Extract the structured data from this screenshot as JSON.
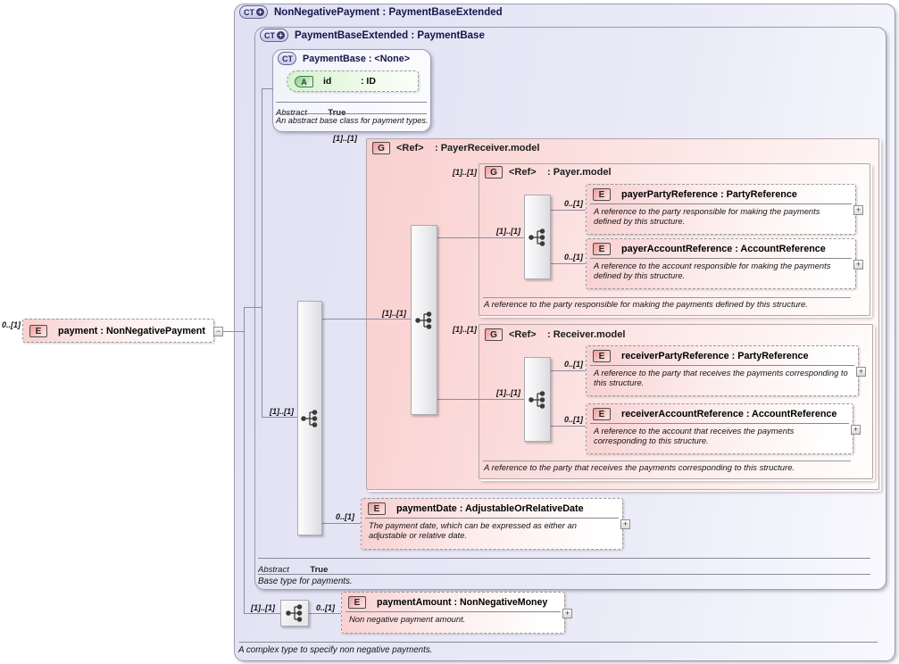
{
  "payment": {
    "cardinality": "0..[1]",
    "badge": "E",
    "label": "payment : NonNegativePayment",
    "collapse_glyph": "−"
  },
  "non_negative_payment": {
    "badge": "CT",
    "title": "NonNegativePayment : PaymentBaseExtended",
    "footer": "A complex type to specify non negative payments."
  },
  "payment_base_extended": {
    "badge": "CT",
    "title": "PaymentBaseExtended : PaymentBase",
    "abstract_label": "Abstract",
    "abstract_value": "True",
    "footer": "Base type for payments."
  },
  "payment_base": {
    "badge": "CT",
    "title": "PaymentBase : <None>",
    "attribute": {
      "badge": "A",
      "name": "id",
      "type": ": ID"
    },
    "abstract_label": "Abstract",
    "abstract_value": "True",
    "footer": "An abstract base class for payment types."
  },
  "payer_receiver_group": {
    "cardinality": "[1]..[1]",
    "badge": "G",
    "name": "<Ref>",
    "type": ": PayerReceiver.model",
    "seq_cardinality": "[1]..[1]"
  },
  "payer_group": {
    "cardinality": "[1]..[1]",
    "badge": "G",
    "name": "<Ref>",
    "type": ": Payer.model",
    "seq_cardinality": "[1]..[1]",
    "footer": "A reference to the party responsible for making the payments defined by this structure.",
    "elements": [
      {
        "cardinality": "0..[1]",
        "badge": "E",
        "title": "payerPartyReference : PartyReference",
        "description": "A reference to the party responsible for making the payments defined by this structure.",
        "expand_glyph": "+"
      },
      {
        "cardinality": "0..[1]",
        "badge": "E",
        "title": "payerAccountReference : AccountReference",
        "description": "A reference to the account responsible for making the payments defined by this structure.",
        "expand_glyph": "+"
      }
    ]
  },
  "receiver_group": {
    "cardinality": "[1]..[1]",
    "badge": "G",
    "name": "<Ref>",
    "type": ": Receiver.model",
    "seq_cardinality": "[1]..[1]",
    "footer": "A reference to the party that receives the payments corresponding to this structure.",
    "elements": [
      {
        "cardinality": "0..[1]",
        "badge": "E",
        "title": "receiverPartyReference : PartyReference",
        "description": "A reference to the party that receives the payments corresponding to this structure.",
        "expand_glyph": "+"
      },
      {
        "cardinality": "0..[1]",
        "badge": "E",
        "title": "receiverAccountReference : AccountReference",
        "description": "A reference to the account that receives the payments corresponding to this structure.",
        "expand_glyph": "+"
      }
    ]
  },
  "payment_date": {
    "cardinality": "0..[1]",
    "badge": "E",
    "title": "paymentDate : AdjustableOrRelativeDate",
    "description": "The payment date, which can be expressed as either an adjustable or relative date.",
    "expand_glyph": "+"
  },
  "amount_sequence": {
    "cardinality": "[1]..[1]"
  },
  "payment_amount": {
    "cardinality": "0..[1]",
    "badge": "E",
    "title": "paymentAmount : NonNegativeMoney",
    "description": "Non negative payment amount.",
    "expand_glyph": "+"
  }
}
